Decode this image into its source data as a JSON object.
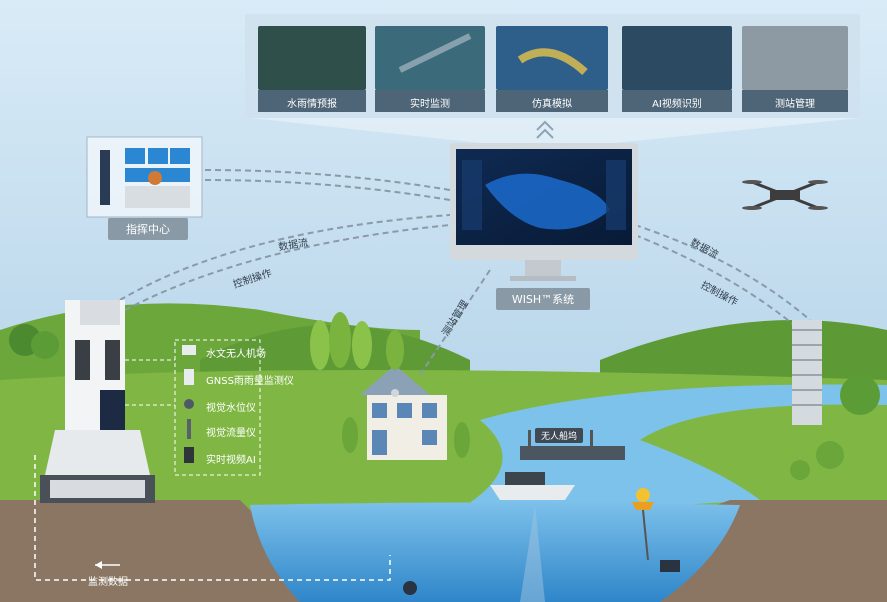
{
  "top_panels": [
    {
      "label": "水雨情预报"
    },
    {
      "label": "实时监测"
    },
    {
      "label": "仿真模拟"
    },
    {
      "label": "AI视频识别"
    },
    {
      "label": "测站管理"
    }
  ],
  "command_center": {
    "label": "指挥中心"
  },
  "wish_system": {
    "label": "WISH™系统"
  },
  "flows": {
    "data_flow_left": "数据流",
    "control_left": "控制操作",
    "data_flow_right": "数据流",
    "control_right": "控制操作",
    "station_mgmt": "测站管理"
  },
  "devices": [
    {
      "label": "水文无人机场"
    },
    {
      "label": "GNSS雨雨量监测仪"
    },
    {
      "label": "视觉水位仪"
    },
    {
      "label": "视觉流量仪"
    },
    {
      "label": "实时视频AI"
    }
  ],
  "boat_dock": {
    "label": "无人船坞"
  },
  "monitoring_data": {
    "label": "监测数据"
  },
  "colors": {
    "sky_top": "#d6e8f5",
    "sky_bottom": "#a9cde6",
    "grass": "#7fb541",
    "water": "#5aa8dc",
    "soil": "#8a7a6a",
    "label_bg": "#8a99a6"
  }
}
